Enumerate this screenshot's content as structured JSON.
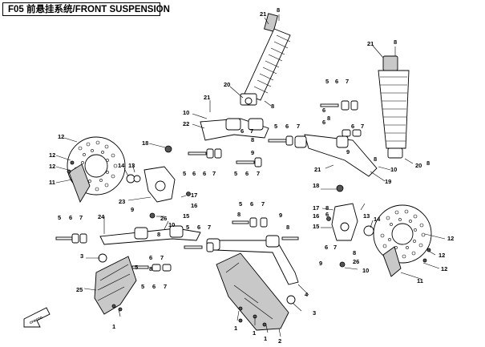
{
  "title": "F05 前悬挂系统/FRONT SUSPENSION",
  "callouts": [
    "1",
    "2",
    "3",
    "4",
    "5",
    "6",
    "7",
    "8",
    "9",
    "10",
    "11",
    "12",
    "13",
    "14",
    "15",
    "16",
    "17",
    "18",
    "19",
    "20",
    "21",
    "22",
    "23",
    "24",
    "25",
    "26"
  ],
  "arrow_glyph": "CFMOTO"
}
